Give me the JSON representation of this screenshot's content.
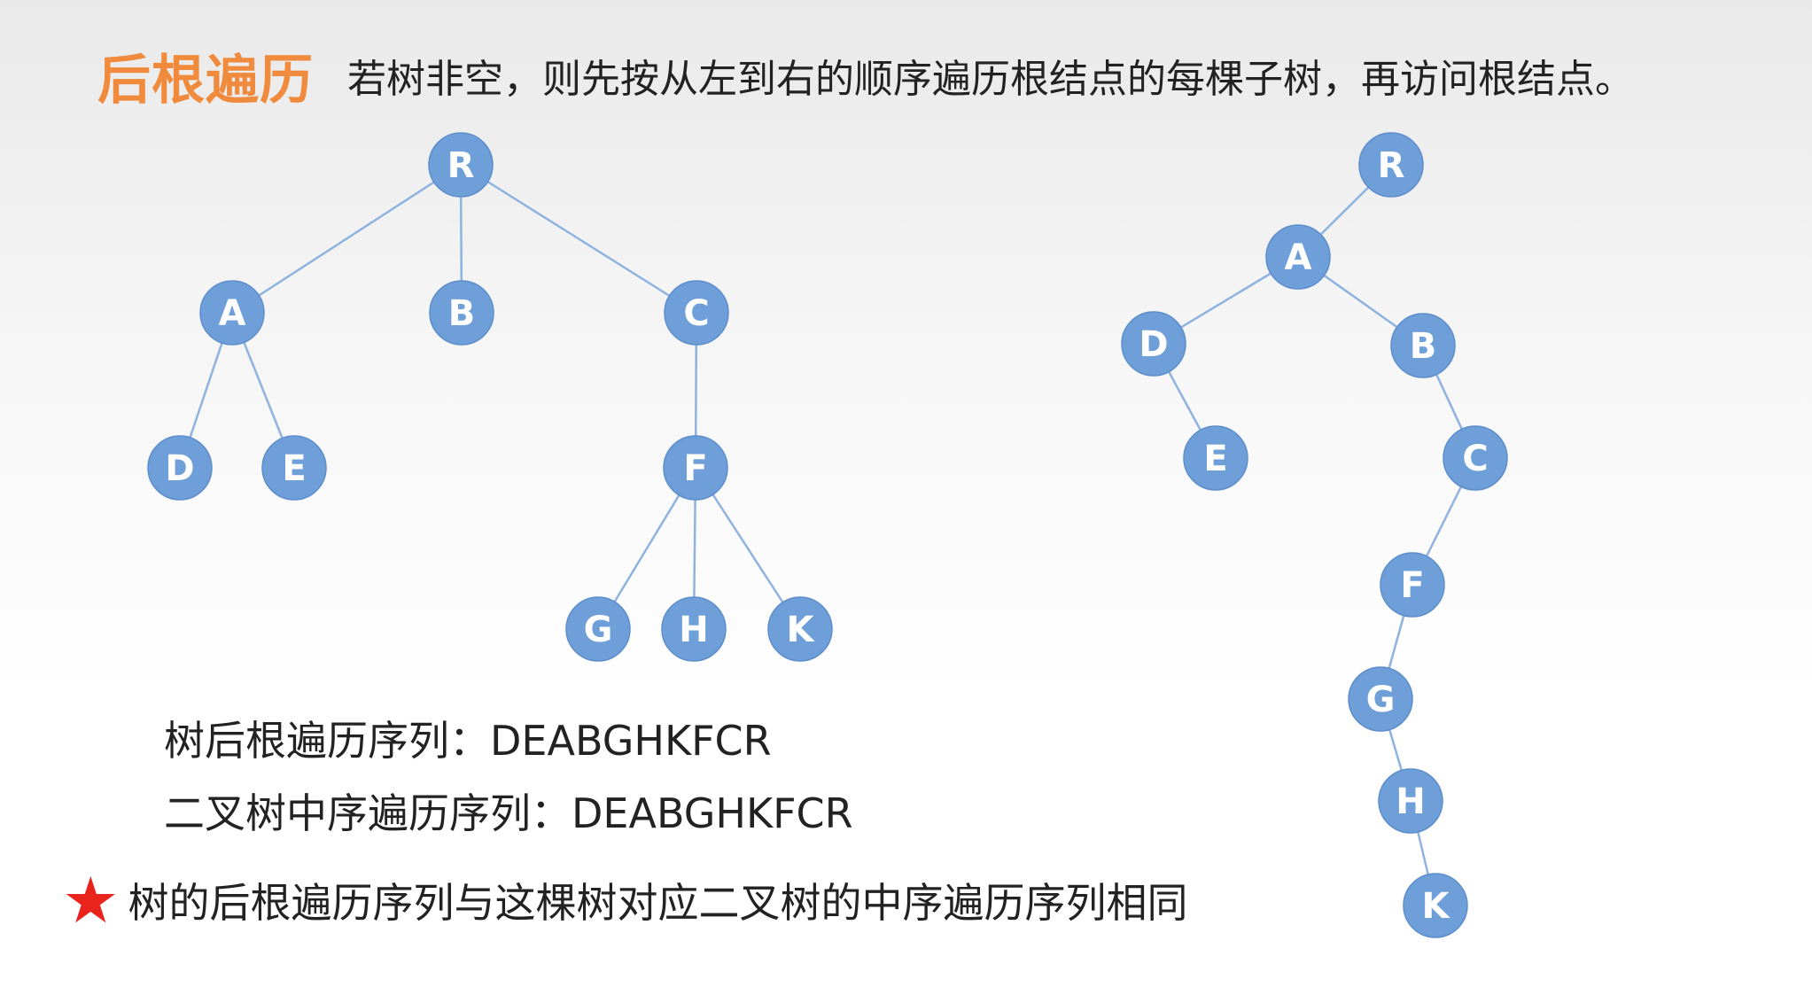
{
  "title": {
    "main": "后根遍历",
    "desc": "若树非空，则先按从左到右的顺序遍历根结点的每棵子树，再访问根结点。"
  },
  "tree": {
    "nodes": [
      "R",
      "A",
      "B",
      "C",
      "D",
      "E",
      "F",
      "G",
      "H",
      "K"
    ],
    "edges": [
      [
        "R",
        "A"
      ],
      [
        "R",
        "B"
      ],
      [
        "R",
        "C"
      ],
      [
        "A",
        "D"
      ],
      [
        "A",
        "E"
      ],
      [
        "C",
        "F"
      ],
      [
        "F",
        "G"
      ],
      [
        "F",
        "H"
      ],
      [
        "F",
        "K"
      ]
    ]
  },
  "binary_tree": {
    "nodes": [
      "R",
      "A",
      "D",
      "B",
      "E",
      "C",
      "F",
      "G",
      "H",
      "K"
    ],
    "edges": [
      [
        "R",
        "A"
      ],
      [
        "A",
        "D"
      ],
      [
        "A",
        "B"
      ],
      [
        "D",
        "E"
      ],
      [
        "B",
        "C"
      ],
      [
        "C",
        "F"
      ],
      [
        "F",
        "G"
      ],
      [
        "G",
        "H"
      ],
      [
        "H",
        "K"
      ]
    ]
  },
  "sequences": {
    "tree_postorder": "树后根遍历序列：DEABGHKFCR",
    "binary_inorder": "二叉树中序遍历序列：DEABGHKFCR"
  },
  "note": {
    "icon": "star-icon",
    "color": "#e8241c",
    "text": "树的后根遍历序列与这棵树对应二叉树的中序遍历序列相同"
  }
}
